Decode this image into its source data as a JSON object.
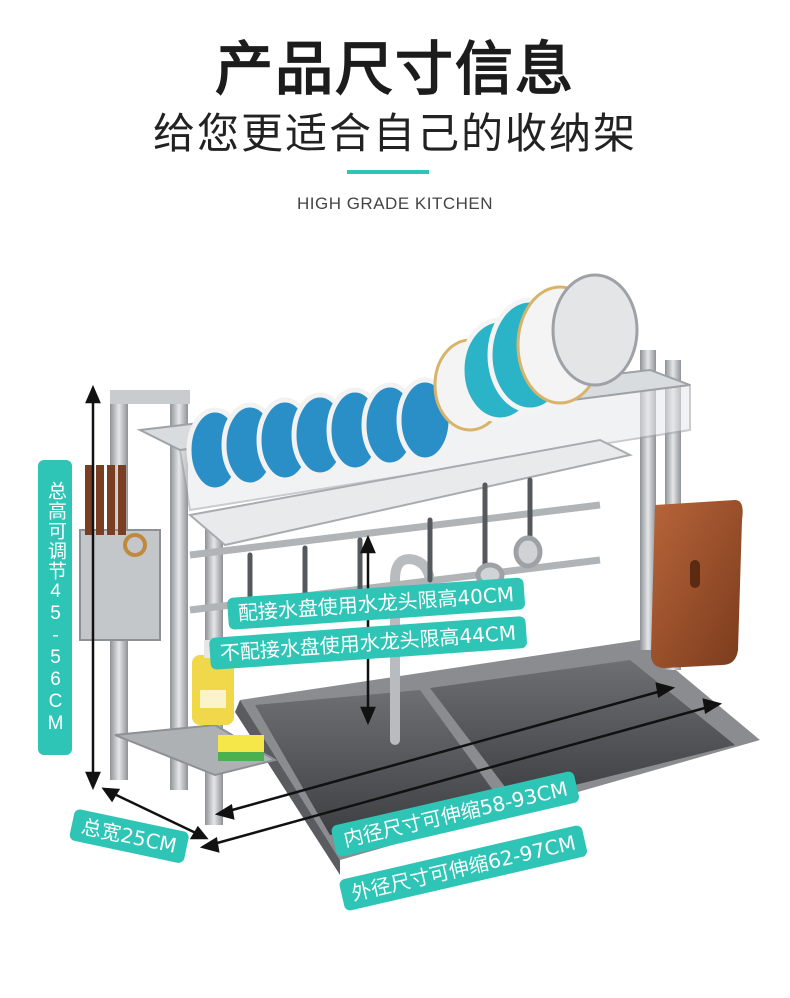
{
  "header": {
    "title": "产品尺寸信息",
    "subtitle": "给您更适合自己的收纳架",
    "tagline": "HIGH GRADE KITCHEN",
    "accent_color": "#2ec4b6"
  },
  "labels": {
    "total_height": "总高可调节45-56CM",
    "faucet_with_tray": "配接水盘使用水龙头限高40CM",
    "faucet_without_tray": "不配接水盘使用水龙头限高44CM",
    "total_width": "总宽25CM",
    "inner_diameter": "内径尺寸可伸缩58-93CM",
    "outer_diameter": "外径尺寸可伸缩62-97CM"
  },
  "icons": [
    "arrow-icon"
  ]
}
